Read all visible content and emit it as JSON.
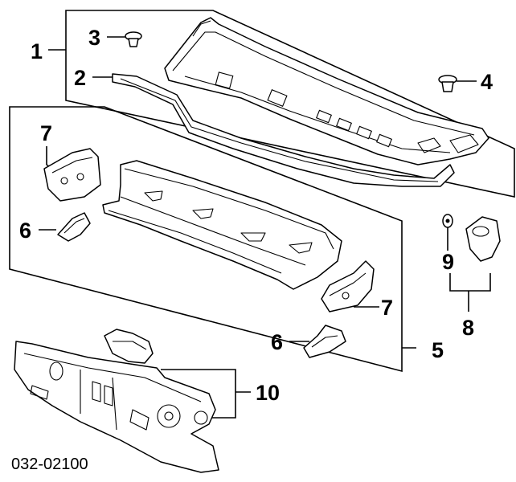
{
  "diagram": {
    "callouts": [
      "1",
      "2",
      "3",
      "4",
      "5",
      "6",
      "6",
      "7",
      "7",
      "8",
      "9",
      "10"
    ],
    "diagram_number": "032-02100"
  }
}
